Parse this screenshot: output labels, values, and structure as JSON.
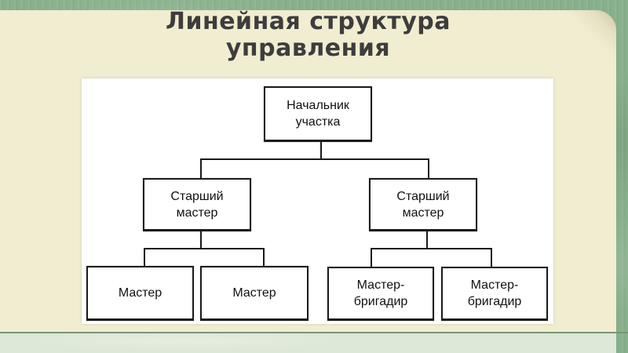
{
  "slide": {
    "title": "Линейная структура\nуправления"
  },
  "diagram": {
    "type": "org-chart",
    "title": "Линейная структура управления",
    "nodes": [
      {
        "id": "head",
        "label": "Начальник\nучастка",
        "level": 1
      },
      {
        "id": "sm1",
        "label": "Старший\nмастер",
        "level": 2
      },
      {
        "id": "sm2",
        "label": "Старший\nмастер",
        "level": 2
      },
      {
        "id": "m1",
        "label": "Мастер",
        "level": 3
      },
      {
        "id": "m2",
        "label": "Мастер",
        "level": 3
      },
      {
        "id": "mb1",
        "label": "Мастер-\nбригадир",
        "level": 3
      },
      {
        "id": "mb2",
        "label": "Мастер-\nбригадир",
        "level": 3
      }
    ],
    "edges": [
      {
        "from": "head",
        "to": "sm1"
      },
      {
        "from": "head",
        "to": "sm2"
      },
      {
        "from": "sm1",
        "to": "m1"
      },
      {
        "from": "sm1",
        "to": "m2"
      },
      {
        "from": "sm2",
        "to": "mb1"
      },
      {
        "from": "sm2",
        "to": "mb2"
      }
    ]
  },
  "colors": {
    "background_green": "#89b08c",
    "panel_cream": "#f1edd1",
    "footer_green": "#dde8d8",
    "diagram_background": "#ffffff",
    "box_border": "#1b1b1b",
    "title_text": "#3d3d3d",
    "box_text": "#111111"
  }
}
